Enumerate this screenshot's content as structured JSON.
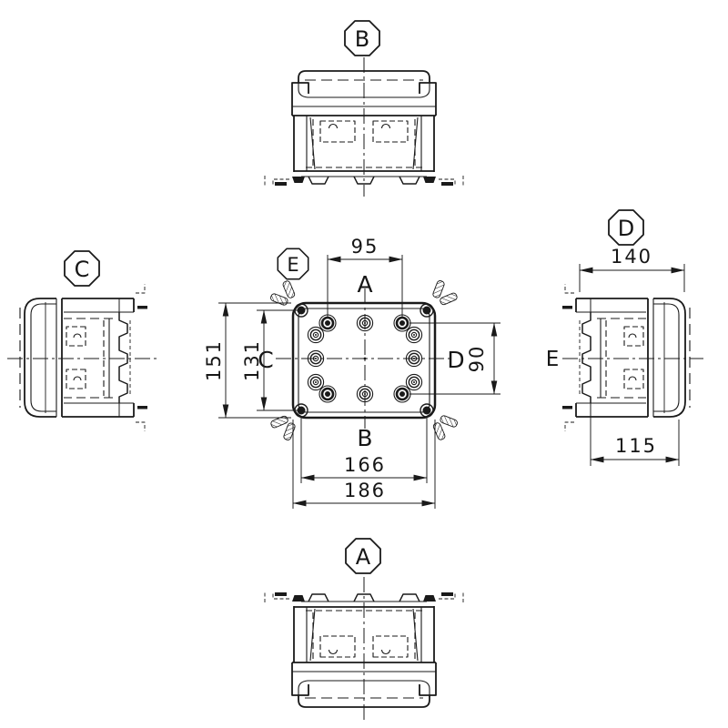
{
  "sheet": {
    "background": "#ffffff",
    "ink": "#1a1a1a",
    "drawing_type": "orthographic multi-view technical drawing of an enclosure box"
  },
  "views": {
    "top": {
      "octagon": "B"
    },
    "bottom": {
      "octagon": "A"
    },
    "left": {
      "octagon": "C"
    },
    "right": {
      "octagon": "D",
      "edge_label": "E",
      "dims": {
        "overall_depth": "140",
        "base_depth": "115"
      }
    },
    "plan": {
      "octagon": "E",
      "edge_top": "A",
      "edge_bottom": "B",
      "edge_left": "C",
      "edge_right": "D",
      "dims": {
        "hole_pitch_x": "95",
        "overall_y": "151",
        "screw_pitch_y": "131",
        "hole_pitch_y": "90",
        "screw_pitch_x": "166",
        "overall_x": "186"
      }
    }
  }
}
